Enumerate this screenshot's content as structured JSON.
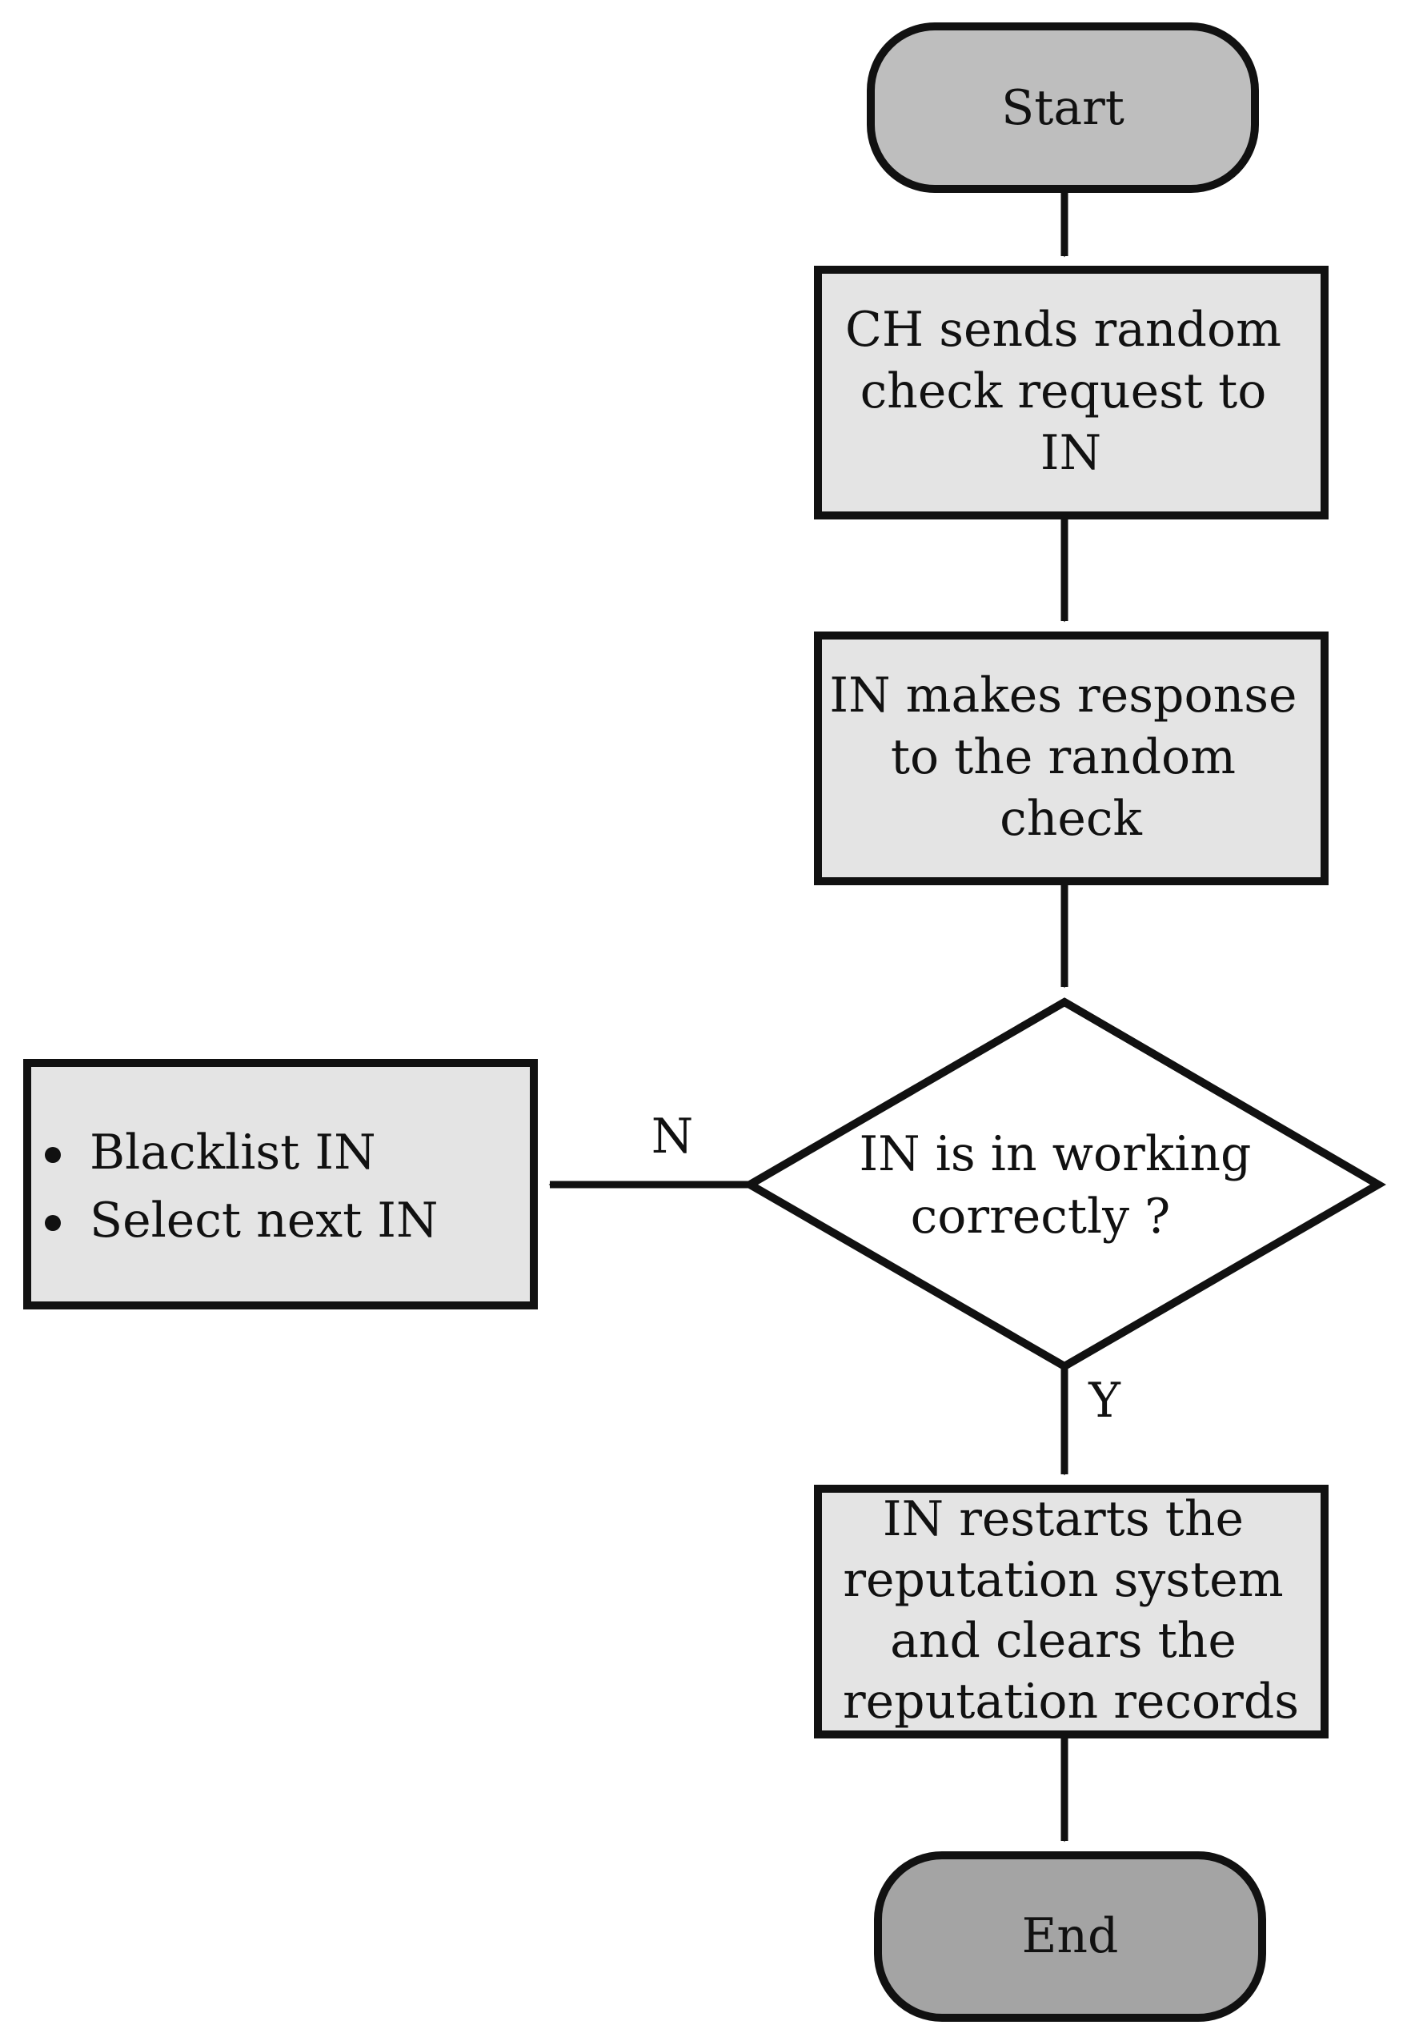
{
  "colors": {
    "terminator_start": "#BEBEBE",
    "terminator_end": "#A4A4A4",
    "process_fill": "#E4E4E4",
    "decision_fill": "#FFFFFF",
    "stroke": "#111111"
  },
  "nodes": {
    "start": {
      "label": "Start"
    },
    "send_request": {
      "lines": [
        "CH sends random",
        "check request to",
        "IN"
      ]
    },
    "make_response": {
      "lines": [
        "IN makes response",
        "to the random",
        "check"
      ]
    },
    "decision": {
      "lines": [
        "IN is in working",
        "correctly ?"
      ]
    },
    "restart": {
      "lines": [
        "IN restarts the",
        "reputation system",
        "and clears the",
        "reputation records"
      ]
    },
    "blacklist": {
      "bullets": [
        "Blacklist IN",
        "Select next IN"
      ]
    },
    "end": {
      "label": "End"
    }
  },
  "edges": {
    "no_label": "N",
    "yes_label": "Y"
  }
}
